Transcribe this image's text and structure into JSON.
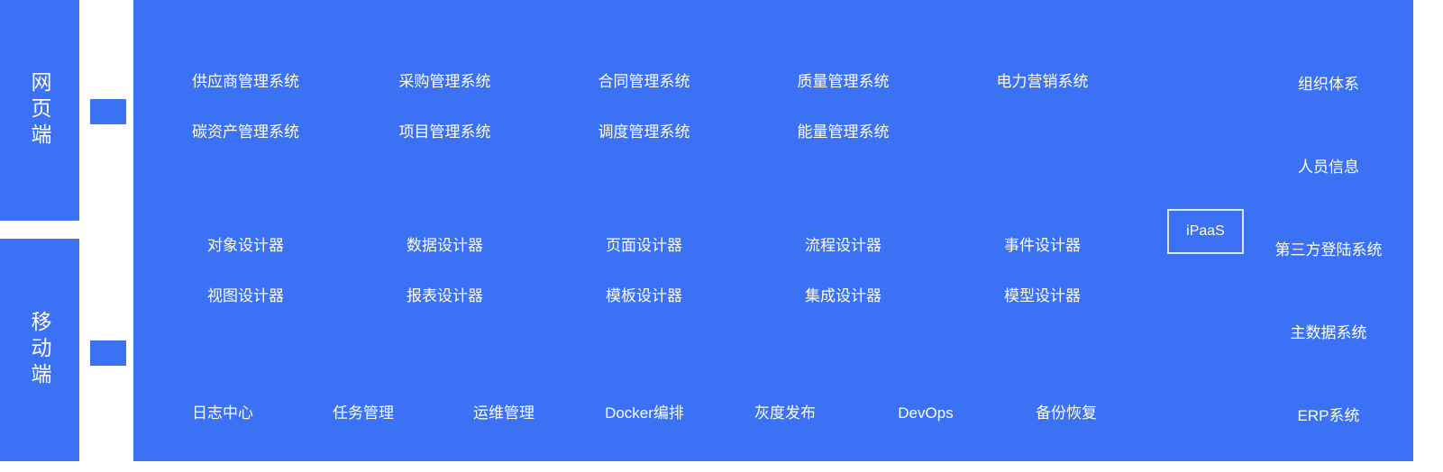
{
  "colors": {
    "primary_blue": "#3b72f5",
    "background": "#ffffff",
    "ipaas_border": "#dbe6ff"
  },
  "left": {
    "web": "网页端",
    "mobile": "移动端"
  },
  "main": {
    "business": {
      "row1": [
        "供应商管理系统",
        "采购管理系统",
        "合同管理系统",
        "质量管理系统",
        "电力营销系统"
      ],
      "row2": [
        "碳资产管理系统",
        "项目管理系统",
        "调度管理系统",
        "能量管理系统"
      ]
    },
    "designers": {
      "row1": [
        "对象设计器",
        "数据设计器",
        "页面设计器",
        "流程设计器",
        "事件设计器"
      ],
      "row2": [
        "视图设计器",
        "报表设计器",
        "模板设计器",
        "集成设计器",
        "模型设计器"
      ]
    },
    "ops": [
      "日志中心",
      "任务管理",
      "运维管理",
      "Docker编排",
      "灰度发布",
      "DevOps",
      "备份恢复"
    ]
  },
  "ipaas": {
    "label": "iPaaS"
  },
  "right": {
    "items": [
      "组织体系",
      "人员信息",
      "第三方登陆系统",
      "主数据系统",
      "ERP系统"
    ]
  }
}
